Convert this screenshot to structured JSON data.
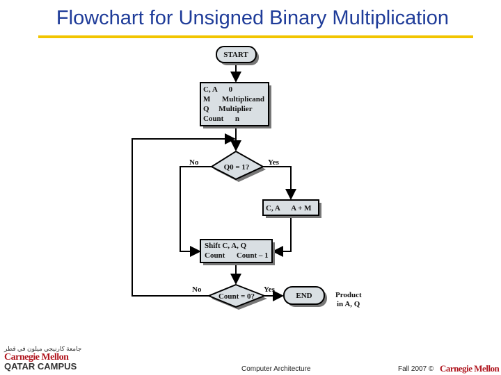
{
  "title": "Flowchart for Unsigned Binary Multiplication",
  "flowchart": {
    "start": "START",
    "init": [
      "C, A      0",
      "M      Multiplicand",
      "Q     Multiplier",
      "Count      n"
    ],
    "decision1": "Q0 = 1?",
    "d1_no": "No",
    "d1_yes": "Yes",
    "add": "C, A      A + M",
    "shift": [
      "Shift C, A, Q",
      "Count      Count – 1"
    ],
    "decision2": "Count = 0?",
    "d2_no": "No",
    "d2_yes": "Yes",
    "end": "END",
    "result": [
      "Product",
      "in A, Q"
    ]
  },
  "footer": {
    "logo_arabic": "جامعة كارنيجي ميلون في قطر",
    "logo_name": "Carnegie Mellon",
    "logo_campus": "QATAR CAMPUS",
    "course": "Computer Architecture",
    "date": "Fall 2007 ©",
    "brand": "Carnegie Mellon"
  },
  "colors": {
    "title": "#1f3c99",
    "rule": "#f2c500",
    "box": "#d9dfe3",
    "brand": "#b0151e"
  }
}
